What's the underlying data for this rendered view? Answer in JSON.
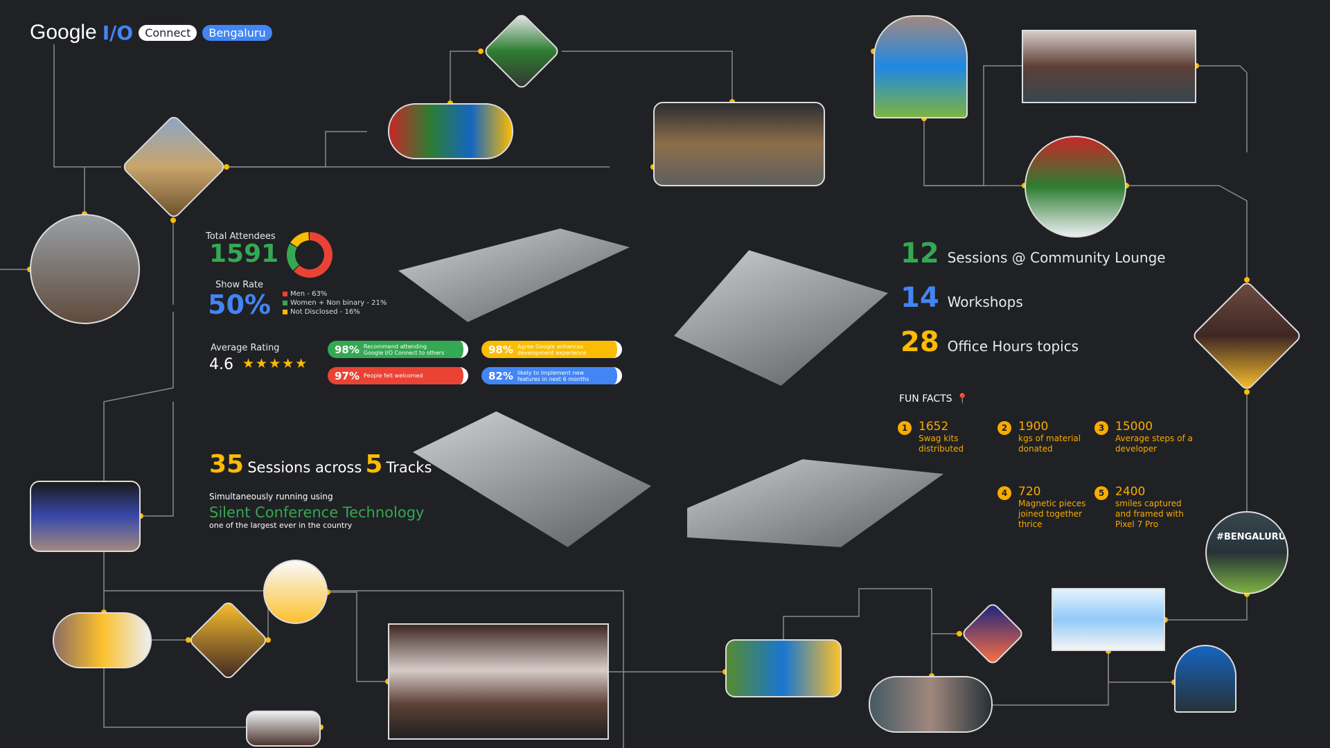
{
  "header": {
    "brand": "Google",
    "io": "I/O",
    "connect": "Connect",
    "city": "Bengaluru"
  },
  "colors": {
    "green": "#34a853",
    "red": "#ea4335",
    "yellow": "#fbbc04",
    "blue": "#4285f4",
    "bg": "#202124"
  },
  "stats": {
    "attendees_label": "Total Attendees",
    "attendees": "1591",
    "show_rate_label": "Show Rate",
    "show_rate": "50%",
    "gender": [
      {
        "label": "Men - 63%",
        "value": 63,
        "color": "#ea4335"
      },
      {
        "label": "Women + Non binary  - 21%",
        "value": 21,
        "color": "#34a853"
      },
      {
        "label": "Not Disclosed - 16%",
        "value": 16,
        "color": "#fbbc04"
      }
    ],
    "rating_label": "Average Rating",
    "rating": "4.6",
    "rating_value": 4.6,
    "surveys": [
      {
        "pct": "98%",
        "text": "Recommend attending Google I/O Connect to others",
        "color": "#34a853"
      },
      {
        "pct": "98%",
        "text": "Agree Google enhances development experience",
        "color": "#fbbc04"
      },
      {
        "pct": "97%",
        "text": "People felt welcomed",
        "color": "#ea4335"
      },
      {
        "pct": "82%",
        "text": "likely to implement new features in next 6 months",
        "color": "#4285f4"
      }
    ]
  },
  "sessions": {
    "count": "35",
    "mid": "Sessions across",
    "tracks": "5",
    "tail": "Tracks",
    "sub": "Simultaneously running using",
    "tech": "Silent Conference Technology",
    "note": "one of the largest ever in the country"
  },
  "highlights": [
    {
      "n": "12",
      "t": "Sessions @ Community Lounge",
      "color": "#34a853"
    },
    {
      "n": "14",
      "t": "Workshops",
      "color": "#4285f4"
    },
    {
      "n": "28",
      "t": "Office Hours topics",
      "color": "#fbbc04"
    }
  ],
  "fun_facts": {
    "title": "FUN FACTS",
    "items": [
      {
        "i": "1",
        "v": "1652",
        "d": "Swag kits distributed"
      },
      {
        "i": "2",
        "v": "1900",
        "d": "kgs of material donated"
      },
      {
        "i": "3",
        "v": "15000",
        "d": "Average steps of a developer"
      },
      {
        "i": "4",
        "v": "720",
        "d": "Magnetic pieces joined together thrice"
      },
      {
        "i": "5",
        "v": "2400",
        "d": "smiles captured and framed with Pixel 7 Pro"
      }
    ]
  },
  "photo_captions": {
    "hashtag": "#BENGALURU"
  }
}
